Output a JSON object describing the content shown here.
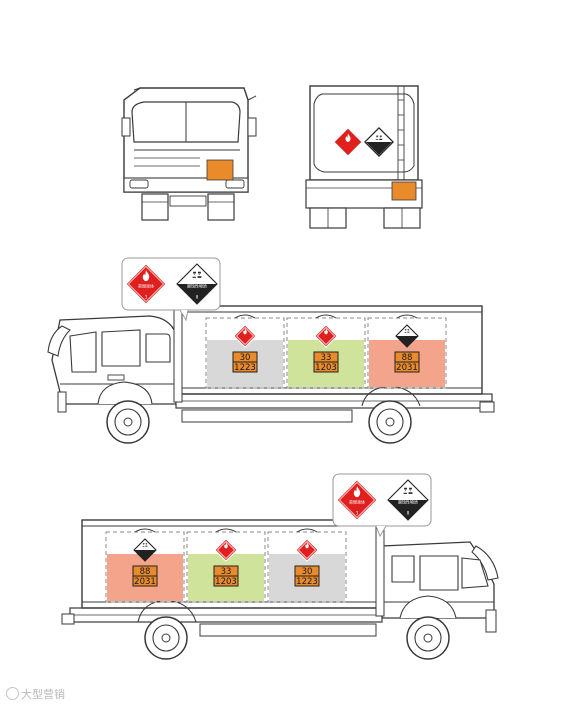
{
  "colors": {
    "orange_plate": "#e98a2b",
    "hazard_red": "#e0201e",
    "tank_gray": "#d8d8d8",
    "tank_green": "#cfe39a",
    "tank_salmon": "#f4a48a",
    "line": "#3a3a3a"
  },
  "placards": {
    "flammable": {
      "icon": "flame-icon",
      "caption": "易燃液体",
      "class_no": "3"
    },
    "corrosive": {
      "icon": "corrosive-icon",
      "caption": "腐蚀性物质",
      "class_no": "8"
    }
  },
  "truck_a": {
    "tanks": [
      {
        "fill": "tank_gray",
        "placard": "flammable",
        "hazard_id": "30",
        "un_number": "1223"
      },
      {
        "fill": "tank_green",
        "placard": "flammable",
        "hazard_id": "33",
        "un_number": "1203"
      },
      {
        "fill": "tank_salmon",
        "placard": "corrosive",
        "hazard_id": "88",
        "un_number": "2031"
      }
    ]
  },
  "truck_b": {
    "tanks": [
      {
        "fill": "tank_salmon",
        "placard": "corrosive",
        "hazard_id": "88",
        "un_number": "2031"
      },
      {
        "fill": "tank_green",
        "placard": "flammable",
        "hazard_id": "33",
        "un_number": "1203"
      },
      {
        "fill": "tank_gray",
        "placard": "flammable",
        "hazard_id": "30",
        "un_number": "1223"
      }
    ]
  },
  "watermark": {
    "text": "大型营销"
  }
}
